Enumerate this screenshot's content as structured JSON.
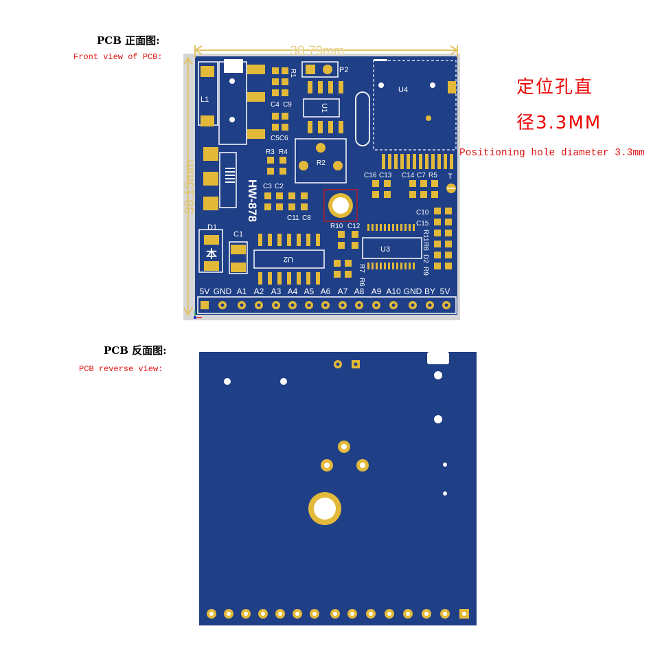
{
  "front": {
    "title_cn": "PCB 正面图:",
    "title_en": "Front view of PCB:",
    "dim_width": "38.79mm",
    "dim_height": "38.13mm",
    "board_label": "HW-878",
    "components": {
      "L1": "L1",
      "D1": "D1",
      "C1": "C1",
      "U1": "U1",
      "U2": "U2",
      "U3": "U3",
      "U4": "U4",
      "R1": "R1",
      "P2": "P2",
      "R2": "R2",
      "R3": "R3",
      "R4": "R4",
      "C4": "C4",
      "C9": "C9",
      "C5C6": "C5C6",
      "C3": "C3",
      "C2": "C2",
      "C11": "C11",
      "C8": "C8",
      "R10": "R10",
      "C12": "C12",
      "C16": "C16",
      "C13": "C13",
      "C14": "C14",
      "C7": "C7",
      "R5": "R5",
      "T": "T",
      "C10": "C10",
      "C15": "C15",
      "R11": "R11",
      "R8": "R8",
      "D2": "D2",
      "R9": "R9",
      "R7": "R7",
      "R6": "R6",
      "D1_glyph": "本"
    },
    "pins": [
      "5V",
      "GND",
      "A1",
      "A2",
      "A3",
      "A4",
      "A5",
      "A6",
      "A7",
      "A8",
      "A9",
      "A10",
      "GND",
      "BY",
      "5V"
    ]
  },
  "note": {
    "line1": "定位孔直",
    "line2": "径3.3MM",
    "en": "Positioning hole diameter 3.3mm"
  },
  "back": {
    "title_cn": "PCB 反面图:",
    "title_en": "PCB reverse view:"
  },
  "colors": {
    "board": "#1f3f86",
    "board_edge": "#d6d6d6",
    "silk": "#ffffff",
    "pad": "#e3b93a",
    "dim": "#e0c46a",
    "note": "#e00000"
  }
}
